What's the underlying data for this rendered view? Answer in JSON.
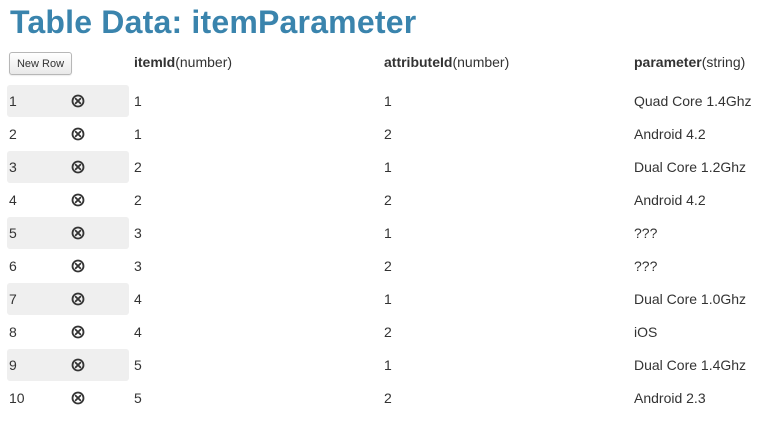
{
  "page": {
    "title": "Table Data: itemParameter"
  },
  "toolbar": {
    "new_row_label": "New Row"
  },
  "columns": [
    {
      "name": "itemId",
      "type": "(number)"
    },
    {
      "name": "attributeId",
      "type": "(number)"
    },
    {
      "name": "parameter",
      "type": "(string)"
    }
  ],
  "rows": [
    {
      "index": "1",
      "cells": [
        "1",
        "1",
        "Quad Core 1.4Ghz"
      ]
    },
    {
      "index": "2",
      "cells": [
        "1",
        "2",
        "Android 4.2"
      ]
    },
    {
      "index": "3",
      "cells": [
        "2",
        "1",
        "Dual Core 1.2Ghz"
      ]
    },
    {
      "index": "4",
      "cells": [
        "2",
        "2",
        "Android 4.2"
      ]
    },
    {
      "index": "5",
      "cells": [
        "3",
        "1",
        "???"
      ]
    },
    {
      "index": "6",
      "cells": [
        "3",
        "2",
        "???"
      ]
    },
    {
      "index": "7",
      "cells": [
        "4",
        "1",
        "Dual Core 1.0Ghz"
      ]
    },
    {
      "index": "8",
      "cells": [
        "4",
        "2",
        "iOS"
      ]
    },
    {
      "index": "9",
      "cells": [
        "5",
        "1",
        "Dual Core 1.4Ghz"
      ]
    },
    {
      "index": "10",
      "cells": [
        "5",
        "2",
        "Android 2.3"
      ]
    }
  ],
  "icons": {
    "delete": "close-circle-icon"
  },
  "colors": {
    "title": "#3a84ad",
    "row_shade": "#efefef",
    "text": "#333333"
  }
}
